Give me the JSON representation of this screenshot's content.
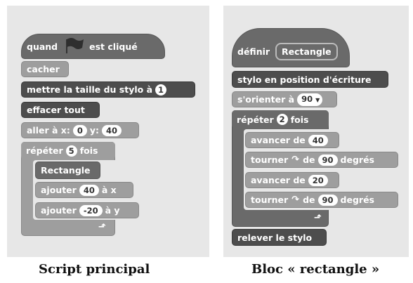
{
  "script_principal": {
    "hat": {
      "word1": "quand",
      "word2": "est cliqué",
      "flag_icon": "green-flag-icon"
    },
    "cacher": "cacher",
    "pen_size": {
      "label": "mettre la taille du stylo à",
      "value": "1"
    },
    "clear": "effacer tout",
    "goto": {
      "label_x": "aller à x:",
      "x": "0",
      "label_y": "y:",
      "y": "40"
    },
    "repeat": {
      "label": "répéter",
      "count": "5",
      "suffix": "fois"
    },
    "call": "Rectangle",
    "add_x": {
      "label": "ajouter",
      "value": "40",
      "suffix": "à x"
    },
    "add_y": {
      "label": "ajouter",
      "value": "-20",
      "suffix": "à y"
    }
  },
  "bloc_rectangle": {
    "define": {
      "label": "définir",
      "name": "Rectangle"
    },
    "pen_down": "stylo en position d'écriture",
    "orient": {
      "label": "s'orienter à",
      "value": "90"
    },
    "repeat": {
      "label": "répéter",
      "count": "2",
      "suffix": "fois"
    },
    "forward1": {
      "label": "avancer de",
      "value": "40"
    },
    "turn1": {
      "label": "tourner",
      "icon": "turn-right-icon",
      "mid": "de",
      "value": "90",
      "suffix": "degrés"
    },
    "forward2": {
      "label": "avancer de",
      "value": "20"
    },
    "turn2": {
      "label": "tourner",
      "icon": "turn-right-icon",
      "mid": "de",
      "value": "90",
      "suffix": "degrés"
    },
    "pen_up": "relever le stylo"
  },
  "captions": {
    "left": "Script principal",
    "right": "Bloc « rectangle »"
  },
  "colors": {
    "dark": "#4d4d4d",
    "mid": "#6a6a6a",
    "light": "#9e9e9e",
    "panel": "#e7e7e7"
  }
}
